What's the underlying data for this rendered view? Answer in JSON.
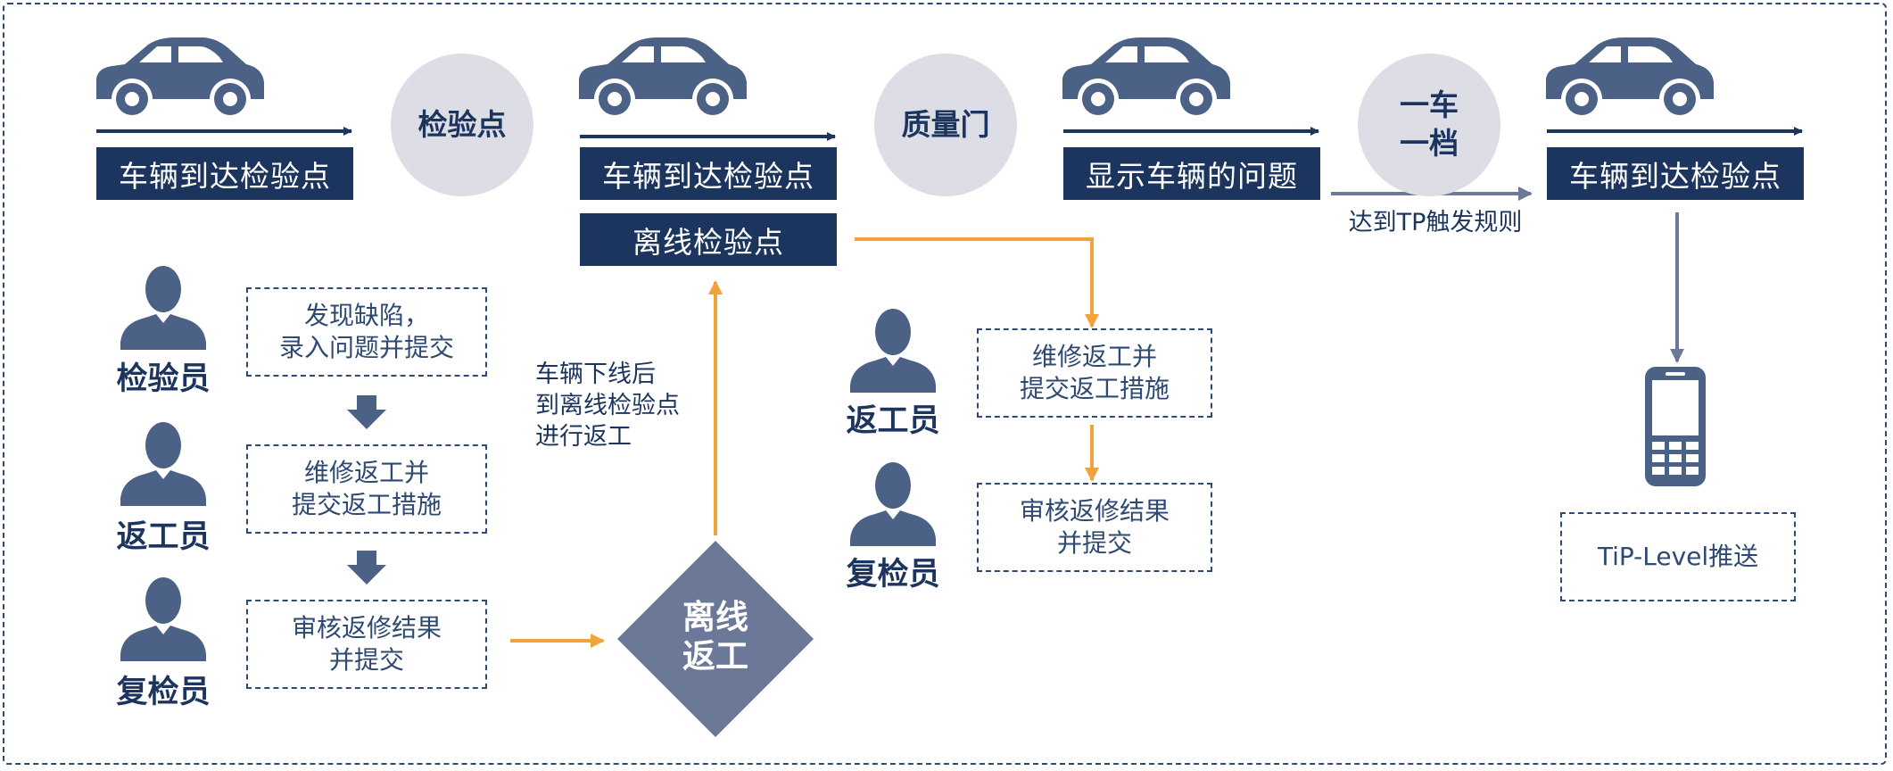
{
  "colors": {
    "navy": "#1c355e",
    "slate_icon": "#4b6186",
    "orange_arrow": "#f0a23c",
    "circle_fill": "#dcdde5",
    "diamond_fill": "#6b7898"
  },
  "stages": [
    {
      "label": "车辆到达检验点"
    },
    {
      "label": "车辆到达检验点",
      "sub_label": "离线检验点"
    },
    {
      "label": "显示车辆的问题"
    },
    {
      "label": "车辆到达检验点"
    }
  ],
  "circles": [
    {
      "label": "检验点"
    },
    {
      "label": "质量门"
    },
    {
      "label": "一车\n一档"
    }
  ],
  "left_flow": {
    "roles": [
      "检验员",
      "返工员",
      "复检员"
    ],
    "steps": [
      "发现缺陷，\n录入问题并提交",
      "维修返工并\n提交返工措施",
      "审核返修结果\n并提交"
    ]
  },
  "offline": {
    "diamond_label": "离线\n返工",
    "note": "车辆下线后\n到离线检验点\n进行返工"
  },
  "mid_flow": {
    "roles": [
      "返工员",
      "复检员"
    ],
    "steps": [
      "维修返工并\n提交返工措施",
      "审核返修结果\n并提交"
    ]
  },
  "trigger_label": "达到TP触发规则",
  "push_label": "TiP-Level推送",
  "icons": [
    "car-icon",
    "person-icon",
    "mobile-phone-icon",
    "arrow-down-icon"
  ]
}
